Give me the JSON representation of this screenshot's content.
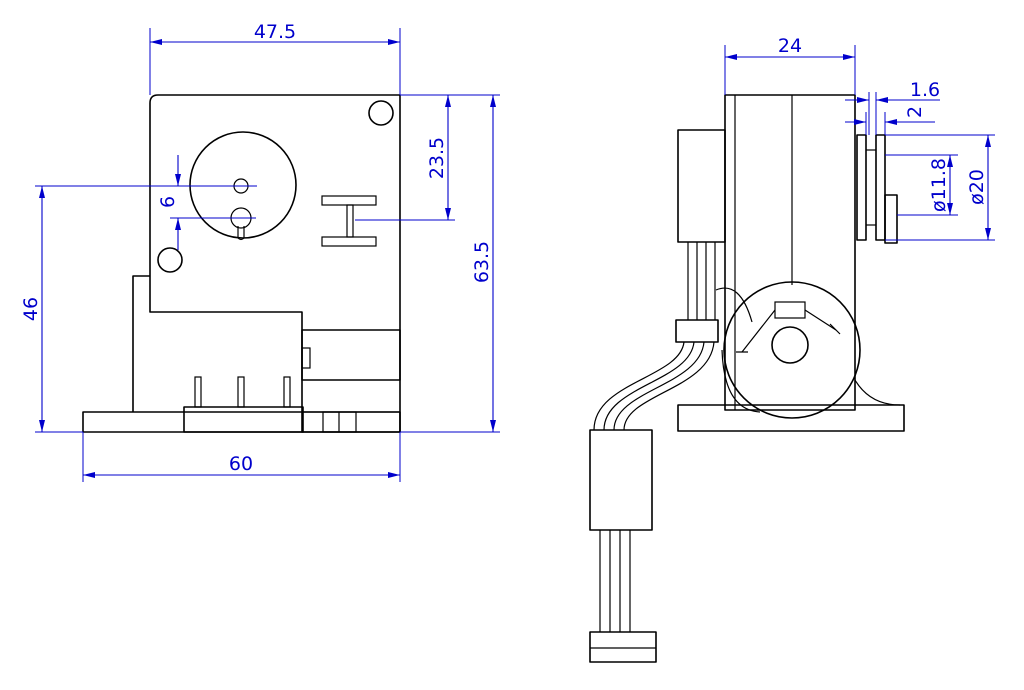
{
  "colors": {
    "dimension": "#0000cc",
    "outline": "#000000",
    "background": "#ffffff"
  },
  "dimensions": {
    "front_width": "47.5",
    "front_height": "63.5",
    "upper_offset": "23.5",
    "lower_height": "46",
    "hole_spacing": "6",
    "base_width": "60",
    "side_depth": "24",
    "disc_thickness": "1.6",
    "disc_spacing": "2",
    "hub_diameter": "ø11.8",
    "disc_diameter": "ø20"
  }
}
